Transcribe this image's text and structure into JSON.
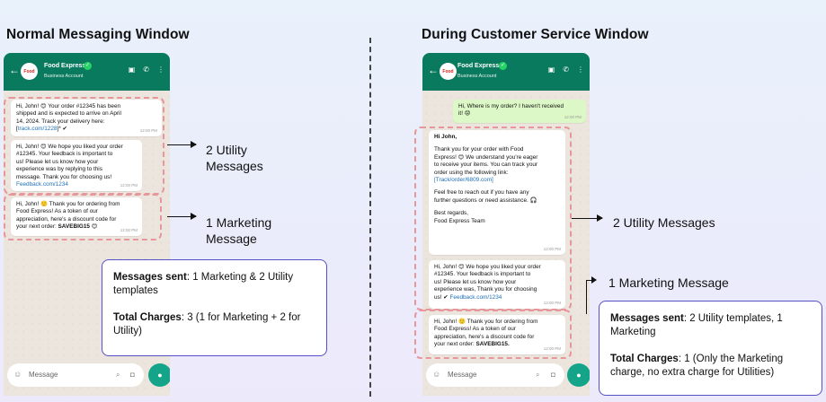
{
  "left": {
    "heading": "Normal Messaging Window",
    "header": {
      "business_name": "Food Express",
      "subtitle": "Business Account",
      "avatar_text": "Food Express"
    },
    "messages": [
      {
        "lines": "Hi, John! 😊 Your order #12345 has been\nshipped and is expected to arrive on April\n14, 2024. Track your delivery here:",
        "link": "track.com/1228",
        "suffix": "]* ✔",
        "prefix": "[",
        "time": "12:00 PM"
      },
      {
        "lines": "Hi, John! 😊 We hope you liked your order\n#12345. Your feedback is important to\nus! Please let us know how your\nexperience was by replying to this\nmessage. Thank you for choosing us!",
        "link": "Feedback.com/1234",
        "time": "12:00 PM"
      },
      {
        "lines": "Hi, John! 🙂 Thank you for ordering from\nFood Express! As a token of our\nappreciation, here's a discount code for\nyour next order:",
        "code": "SAVEBIG15",
        "after": " 😊",
        "time": "12:00 PM"
      }
    ],
    "anno_utility": "2 Utility\nMessages",
    "anno_marketing": "1 Marketing\nMessage",
    "info": {
      "sent_label": "Messages sent",
      "sent_value": ": 1 Marketing & 2 Utility templates",
      "charges_label": "Total Charges",
      "charges_value": ": 3 (1 for Marketing + 2 for Utility)"
    },
    "input_placeholder": "Message"
  },
  "right": {
    "heading": "During Customer Service Window",
    "header": {
      "business_name": "Food Express",
      "subtitle": "Business Account",
      "avatar_text": "Food Express"
    },
    "incoming": {
      "text": "Hi, Where is my order? I haven't received\nit! 😟",
      "time": "12:00 PM"
    },
    "messages": [
      {
        "greeting": "Hi John,",
        "lines": "Thank you for your order with Food\nExpress! 😊 We understand you're eager\nto receive your items. You can track your\norder using the following link:",
        "link": "[Track/order/6809.com]",
        "lines2": "Feel free to reach out if you have any\nfurther questions or need assistance. 🎧",
        "lines3": "Best regards,\nFood Express Team",
        "time": "12:00 PM"
      },
      {
        "lines": "Hi, John! 😊 We hope you liked your order\n#12345. Your feedback is important to\nus! Please let us know how your\nexperience was, Thank you for choosing\nus! ✔",
        "link": "Feedback.com/1234",
        "time": "12:00 PM"
      },
      {
        "lines": "Hi, John! 🙂 Thank you for ordering from\nFood Express! As a token of our\nappreciation, here's a discount code for\nyour next order:",
        "code": "SAVEBIG15.",
        "time": "12:00 PM"
      }
    ],
    "anno_utility": "2 Utility Messages",
    "anno_marketing": "1 Marketing Message",
    "info": {
      "sent_label": "Messages sent",
      "sent_value": ": 2 Utility templates, 1 Marketing",
      "charges_label": "Total Charges",
      "charges_value": ": 1 (Only the Marketing charge, no extra charge for Utilities)"
    },
    "input_placeholder": "Message"
  },
  "colors": {
    "header_green": "#0a7a5e",
    "dash_pink": "#e7969b",
    "info_border": "#5450c6",
    "mic_green": "#13a48a"
  }
}
